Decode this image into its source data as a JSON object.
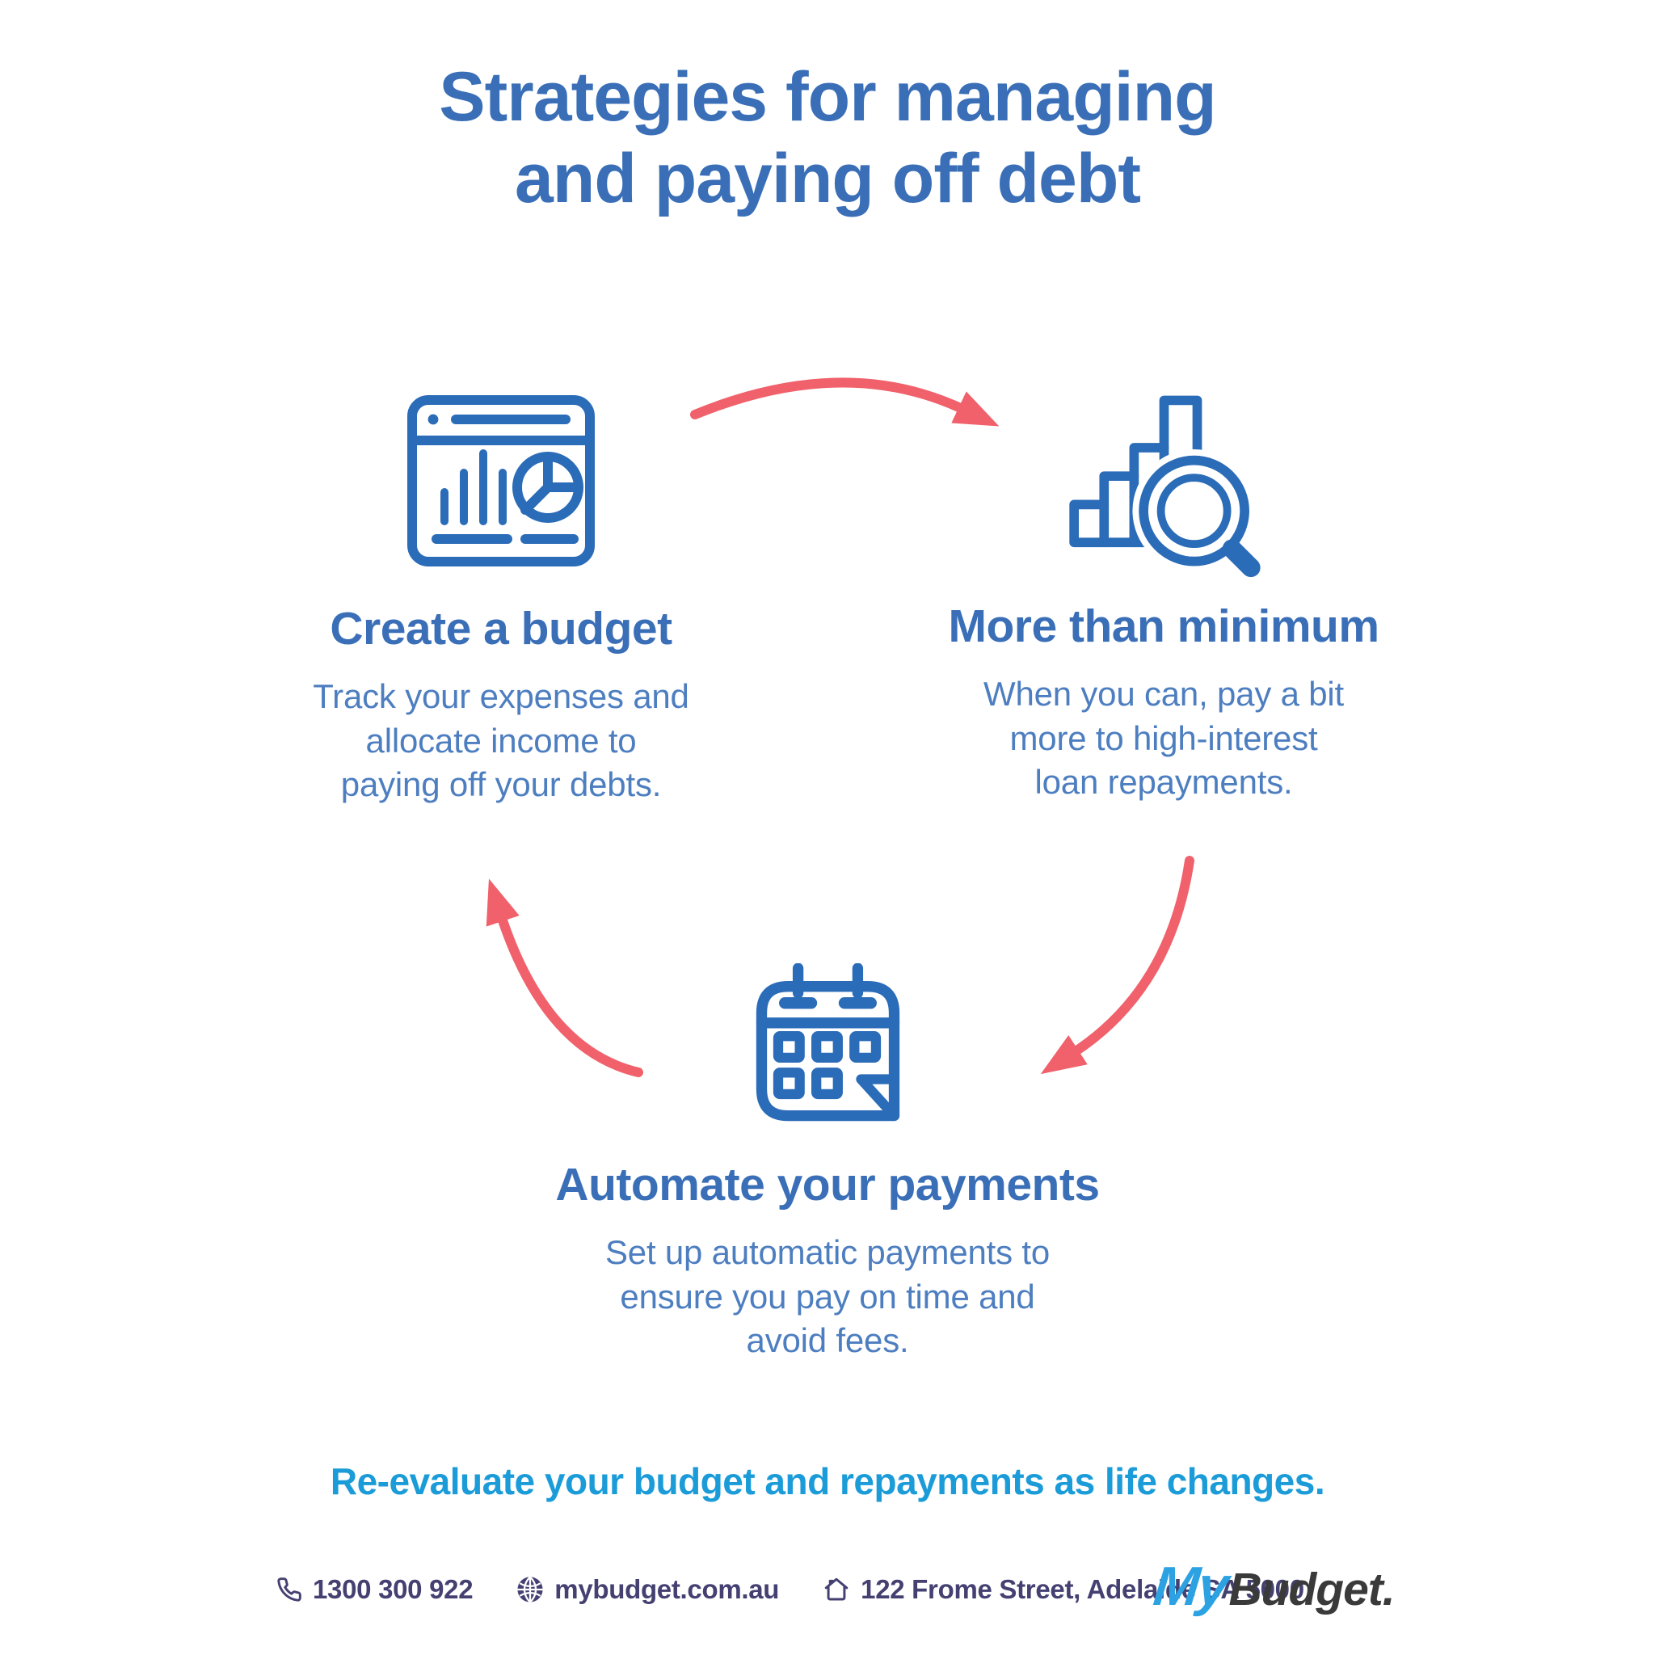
{
  "title": "Strategies for managing\nand paying off debt",
  "steps": [
    {
      "id": "create-budget",
      "icon": "budget-dashboard-icon",
      "heading": "Create a budget",
      "body": "Track your expenses and\nallocate income to\npaying off your debts."
    },
    {
      "id": "more-than-minimum",
      "icon": "chart-magnifier-icon",
      "heading": "More than minimum",
      "body": "When you can, pay a bit\nmore to high-interest\nloan repayments."
    },
    {
      "id": "automate-payments",
      "icon": "calendar-icon",
      "heading": "Automate your payments",
      "body": "Set up automatic payments to\nensure you pay on time and\navoid fees."
    }
  ],
  "callout": "Re-evaluate your budget and repayments as life changes.",
  "footer": {
    "phone": "1300 300 922",
    "website": "mybudget.com.au",
    "address": "122 Frome Street, Adelaide SA 5000",
    "icons": [
      "phone-icon",
      "globe-icon",
      "house-icon"
    ]
  },
  "logo": {
    "my": "My",
    "budget": "Budget."
  },
  "colors": {
    "heading_blue": "#3a6fb8",
    "body_blue": "#4d7ec0",
    "icon_blue": "#2b6cb8",
    "arrow_red": "#f0616b",
    "callout_cyan": "#1b9cd9",
    "footer_navy": "#444071",
    "logo_cyan": "#2ca2e3",
    "logo_dark": "#3a3a3a",
    "background": "#ffffff"
  }
}
